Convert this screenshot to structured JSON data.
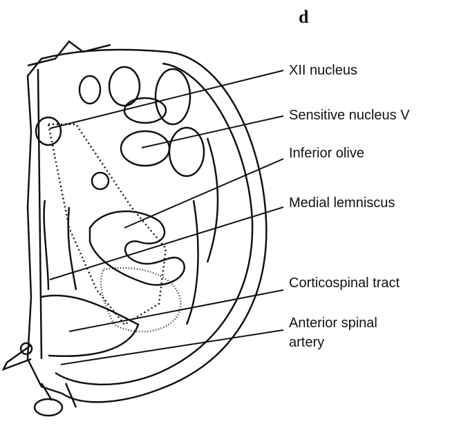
{
  "panel_letter": "d",
  "labels": {
    "xii_nucleus": "XII nucleus",
    "sensitive_nucleus_v": "Sensitive nucleus V",
    "inferior_olive": "Inferior olive",
    "medial_lemniscus": "Medial lemniscus",
    "corticospinal_tract": "Corticospinal tract",
    "anterior_spinal_line1": "Anterior spinal",
    "anterior_spinal_line2": "artery"
  }
}
